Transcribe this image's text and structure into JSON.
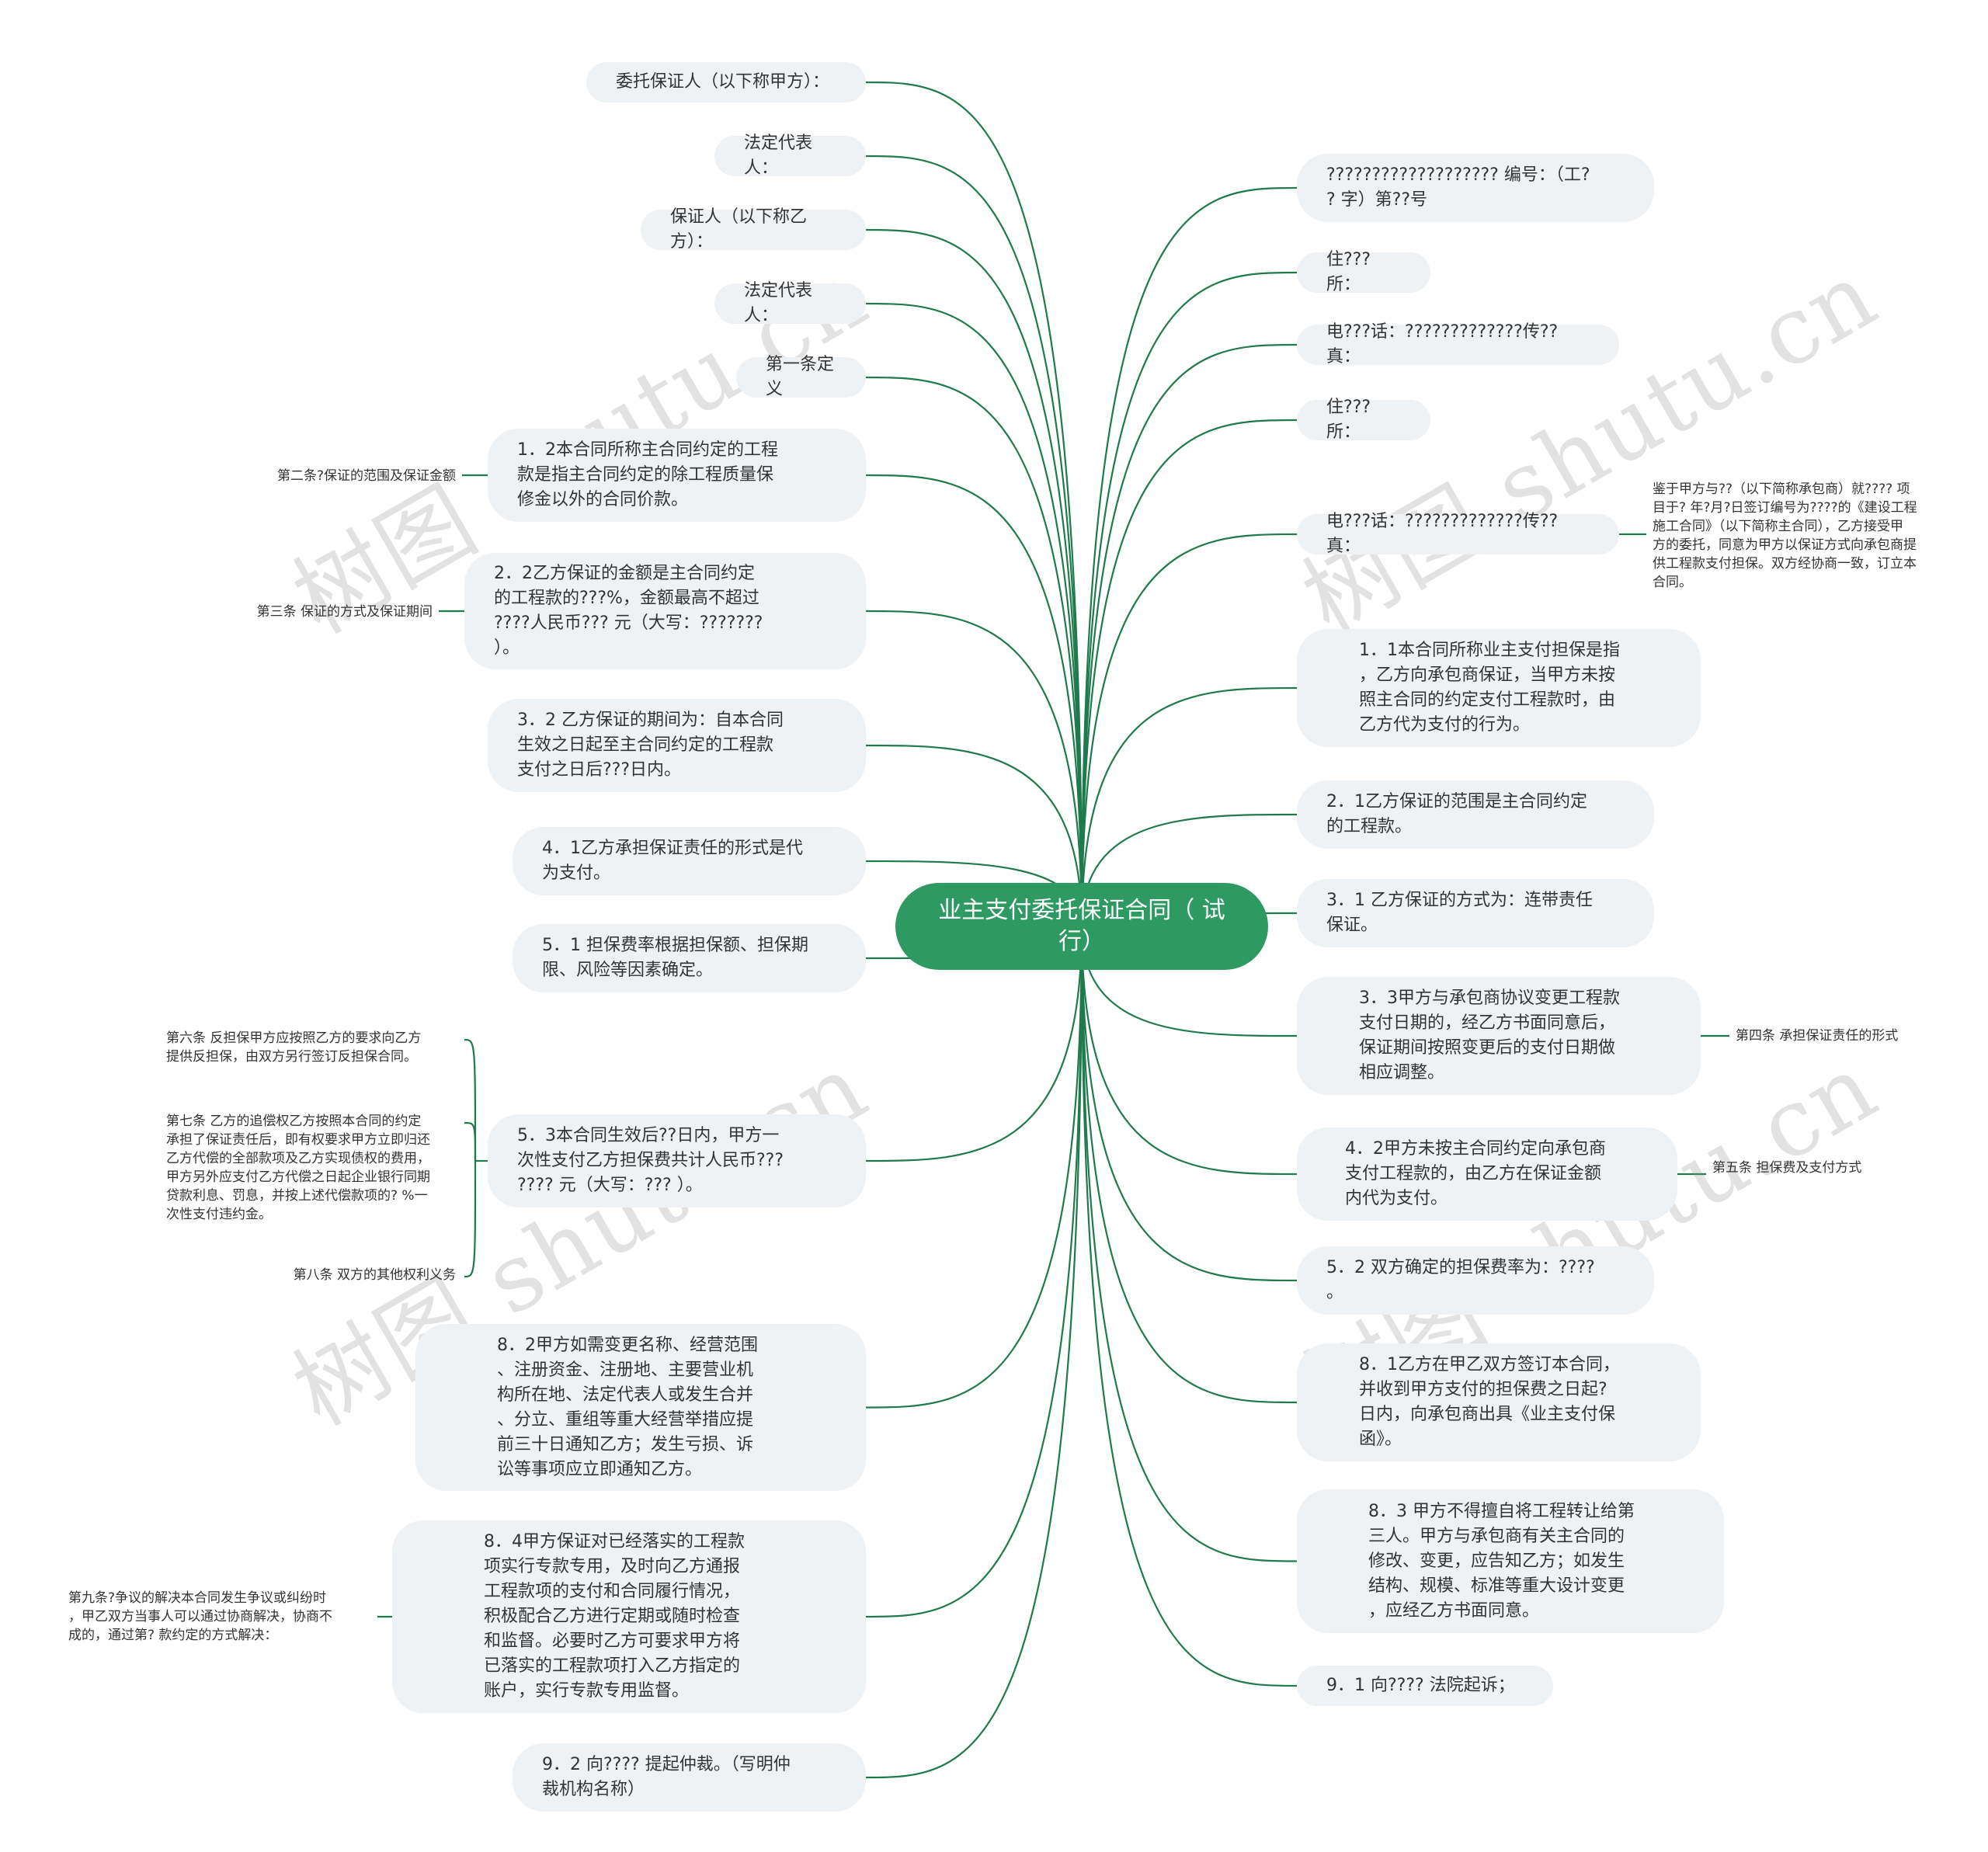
{
  "colors": {
    "edge": "#1f7a4c",
    "center_bg": "#2e9a62",
    "node_bg": "#eff2f4",
    "text": "#333333"
  },
  "center": {
    "title": "业主支付委托保证合同（\n试行）"
  },
  "left_nodes": [
    {
      "text": "委托保证人（以下称甲方）："
    },
    {
      "text": "法定代表人："
    },
    {
      "text": "保证人（以下称乙方）："
    },
    {
      "text": "法定代表人："
    },
    {
      "text": "第一条定义"
    },
    {
      "text": "1．2本合同所称主合同约定的工程\n款是指主合同约定的除工程质量保\n修金以外的合同价款。",
      "leaf": "第二条?保证的范围及保证金额"
    },
    {
      "text": "2．2乙方保证的金额是主合同约定\n的工程款的???%，金额最高不超过\n????人民币??? 元（大写：???????\n）。",
      "leaf": "第三条 保证的方式及保证期间"
    },
    {
      "text": "3．2 乙方保证的期间为：自本合同\n生效之日起至主合同约定的工程款\n支付之日后???日内。"
    },
    {
      "text": "4．1乙方承担保证责任的形式是代\n为支付。"
    },
    {
      "text": "5．1 担保费率根据担保额、担保期\n限、风险等因素确定。"
    },
    {
      "text": "5．3本合同生效后??日内，甲方一\n次性支付乙方担保费共计人民币???\n???? 元（大写：??? ）。"
    },
    {
      "text": "8．2甲方如需变更名称、经营范围\n、注册资金、注册地、主要营业机\n构所在地、法定代表人或发生合并\n、分立、重组等重大经营举措应提\n前三十日通知乙方；发生亏损、诉\n讼等事项应立即通知乙方。"
    },
    {
      "text": "8．4甲方保证对已经落实的工程款\n项实行专款专用，及时向乙方通报\n工程款项的支付和合同履行情况，\n积极配合乙方进行定期或随时检查\n和监督。必要时乙方可要求甲方将\n已落实的工程款项打入乙方指定的\n账户，实行专款专用监督。",
      "leaf": "第九条?争议的解决本合同发生争议或纠纷时\n，甲乙双方当事人可以通过协商解决，协商不\n成的，通过第? 款约定的方式解决："
    },
    {
      "text": "9．2 向???? 提起仲裁。（写明仲\n裁机构名称）"
    }
  ],
  "group_leaves": [
    "第六条 反担保甲方应按照乙方的要求向乙方\n提供反担保，由双方另行签订反担保合同。",
    "第七条 乙方的追偿权乙方按照本合同的约定\n承担了保证责任后，即有权要求甲方立即归还\n乙方代偿的全部款项及乙方实现债权的费用，\n甲方另外应支付乙方代偿之日起企业银行同期\n贷款利息、罚息，并按上述代偿款项的? %一\n次性支付违约金。",
    "第八条 双方的其他权利义务"
  ],
  "right_nodes": [
    {
      "text": "??????????????????? 编号：（工?\n? 字）第??号"
    },
    {
      "text": "住??? 所："
    },
    {
      "text": "电???话：?????????????传?? 真："
    },
    {
      "text": "住??? 所："
    },
    {
      "text": "电???话：?????????????传?? 真：",
      "leaf": "鉴于甲方与??（以下简称承包商）就???? 项\n目于? 年?月?日签订编号为????的《建设工程\n施工合同》（以下简称主合同），乙方接受甲\n方的委托，同意为甲方以保证方式向承包商提\n供工程款支付担保。双方经协商一致，订立本\n合同。"
    },
    {
      "text": "1．1本合同所称业主支付担保是指\n，乙方向承包商保证，当甲方未按\n照主合同的约定支付工程款时，由\n乙方代为支付的行为。"
    },
    {
      "text": "2．1乙方保证的范围是主合同约定\n的工程款。"
    },
    {
      "text": "3．1 乙方保证的方式为：连带责任\n保证。"
    },
    {
      "text": "3．3甲方与承包商协议变更工程款\n支付日期的，经乙方书面同意后，\n保证期间按照变更后的支付日期做\n相应调整。",
      "leaf": "第四条 承担保证责任的形式"
    },
    {
      "text": "4．2甲方未按主合同约定向承包商\n支付工程款的，由乙方在保证金额\n内代为支付。",
      "leaf": "第五条 担保费及支付方式"
    },
    {
      "text": "5．2 双方确定的担保费率为：????\n。"
    },
    {
      "text": "8．1乙方在甲乙双方签订本合同，\n并收到甲方支付的担保费之日起?\n日内，向承包商出具《业主支付保\n函》。"
    },
    {
      "text": "8．3 甲方不得擅自将工程转让给第\n三人。甲方与承包商有关主合同的\n修改、变更，应告知乙方；如发生\n结构、规模、标准等重大设计变更\n，应经乙方书面同意。"
    },
    {
      "text": "9．1 向???? 法院起诉；"
    }
  ],
  "watermark": {
    "text": "树图 shutu.cn"
  }
}
